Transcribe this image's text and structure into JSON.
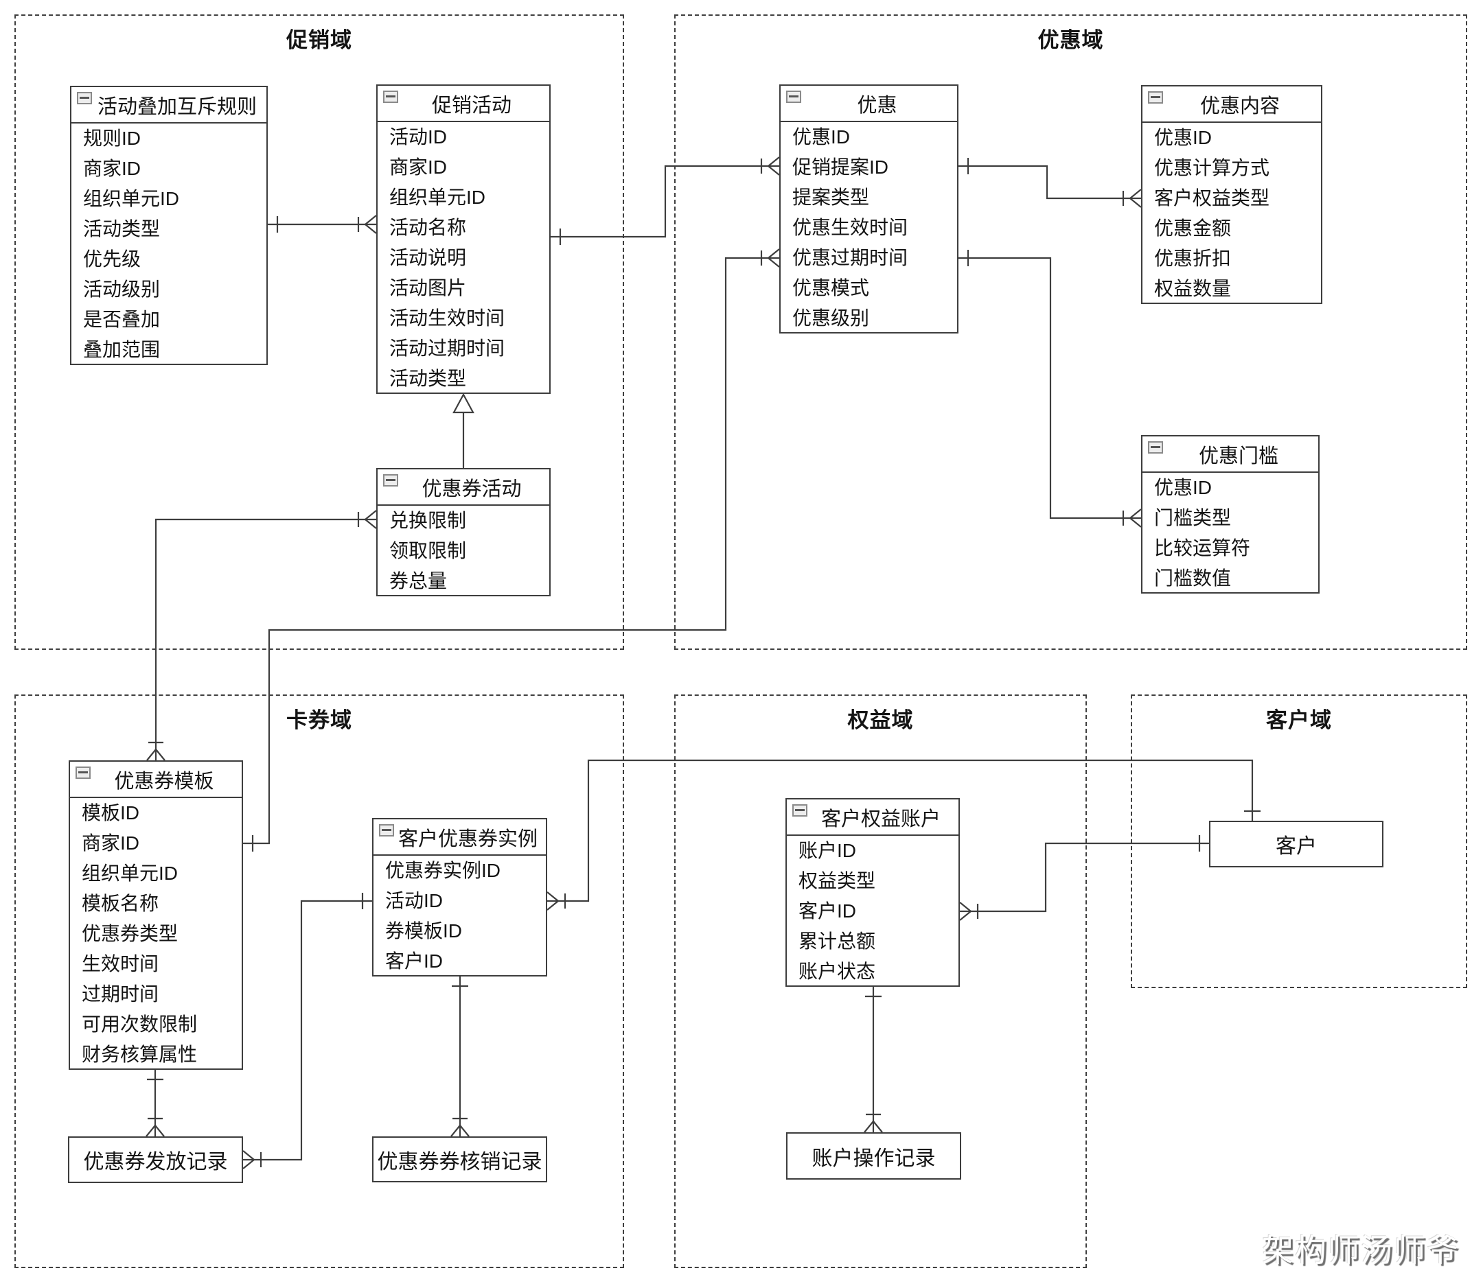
{
  "watermark": "架构师汤师爷",
  "domains": [
    {
      "label": "促销域"
    },
    {
      "label": "优惠域"
    },
    {
      "label": "卡券域"
    },
    {
      "label": "权益域"
    },
    {
      "label": "客户域"
    }
  ],
  "entities": {
    "stack_rule": {
      "title": "活动叠加互斥规则",
      "fields": [
        "规则ID",
        "商家ID",
        "组织单元ID",
        "活动类型",
        "优先级",
        "活动级别",
        "是否叠加",
        "叠加范围"
      ]
    },
    "promo_activity": {
      "title": "促销活动",
      "fields": [
        "活动ID",
        "商家ID",
        "组织单元ID",
        "活动名称",
        "活动说明",
        "活动图片",
        "活动生效时间",
        "活动过期时间",
        "活动类型"
      ]
    },
    "coupon_activity": {
      "title": "优惠券活动",
      "fields": [
        "兑换限制",
        "领取限制",
        "券总量"
      ]
    },
    "discount": {
      "title": "优惠",
      "fields": [
        "优惠ID",
        "促销提案ID",
        "提案类型",
        "优惠生效时间",
        "优惠过期时间",
        "优惠模式",
        "优惠级别"
      ]
    },
    "discount_content": {
      "title": "优惠内容",
      "fields": [
        "优惠ID",
        "优惠计算方式",
        "客户权益类型",
        "优惠金额",
        "优惠折扣",
        "权益数量"
      ]
    },
    "discount_threshold": {
      "title": "优惠门槛",
      "fields": [
        "优惠ID",
        "门槛类型",
        "比较运算符",
        "门槛数值"
      ]
    },
    "coupon_template": {
      "title": "优惠券模板",
      "fields": [
        "模板ID",
        "商家ID",
        "组织单元ID",
        "模板名称",
        "优惠券类型",
        "生效时间",
        "过期时间",
        "可用次数限制",
        "财务核算属性"
      ]
    },
    "coupon_instance": {
      "title": "客户优惠券实例",
      "fields": [
        "优惠券实例ID",
        "活动ID",
        "券模板ID",
        "客户ID"
      ]
    },
    "rights_account": {
      "title": "客户权益账户",
      "fields": [
        "账户ID",
        "权益类型",
        "客户ID",
        "累计总额",
        "账户状态"
      ]
    },
    "issue_record": {
      "label": "优惠券发放记录"
    },
    "verify_record": {
      "label": "优惠券券核销记录"
    },
    "account_op_record": {
      "label": "账户操作记录"
    },
    "customer": {
      "label": "客户"
    }
  }
}
